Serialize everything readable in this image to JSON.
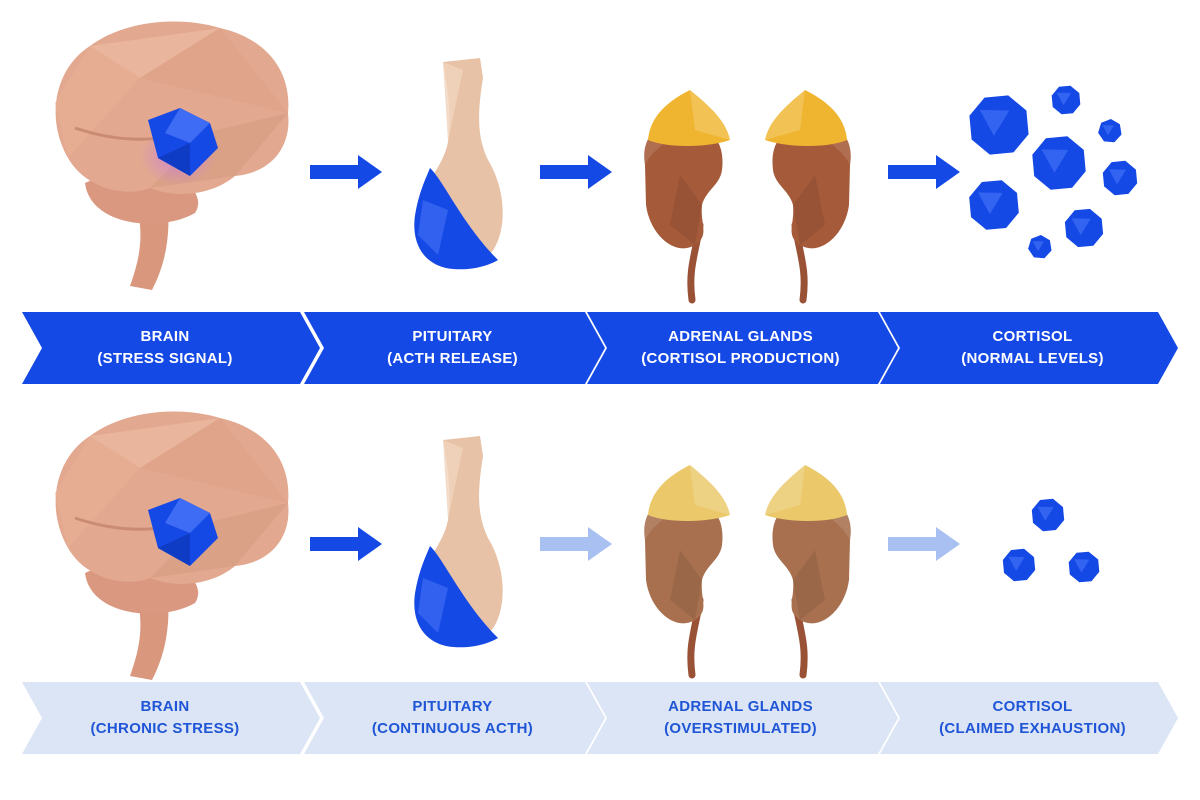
{
  "colors": {
    "primary_blue": "#1549e6",
    "faded_blue": "#dbe5f5",
    "faded_text": "#1f55d6",
    "brain": "#e3a890",
    "adrenal_active": "#f0b530",
    "adrenal_faded": "#ebc86a",
    "kidney_active": "#a55a3a",
    "kidney_faded": "#a8704f",
    "pituitary": "#e8c2a6"
  },
  "rows": [
    {
      "state": "normal",
      "steps": [
        {
          "icon": "brain-icon",
          "title": "BRAIN",
          "subtitle": "(STRESS SIGNAL)"
        },
        {
          "icon": "pituitary-icon",
          "title": "PITUITARY",
          "subtitle": "(ACTH RELEASE)"
        },
        {
          "icon": "adrenal-kidneys-icon",
          "title": "ADRENAL GLANDS",
          "subtitle": "(CORTISOL PRODUCTION)"
        },
        {
          "icon": "cortisol-molecules-icon",
          "title": "CORTISOL",
          "subtitle": "(NORMAL LEVELS)"
        }
      ]
    },
    {
      "state": "chronic",
      "steps": [
        {
          "icon": "brain-icon",
          "title": "BRAIN",
          "subtitle": "(CHRONIC STRESS)"
        },
        {
          "icon": "pituitary-icon",
          "title": "PITUITARY",
          "subtitle": "(CONTINUOUS ACTH)"
        },
        {
          "icon": "adrenal-kidneys-icon",
          "title": "ADRENAL GLANDS",
          "subtitle": "(OVERSTIMULATED)"
        },
        {
          "icon": "cortisol-molecules-icon",
          "title": "CORTISOL",
          "subtitle": "(CLAIMED EXHAUSTION)"
        }
      ]
    }
  ]
}
